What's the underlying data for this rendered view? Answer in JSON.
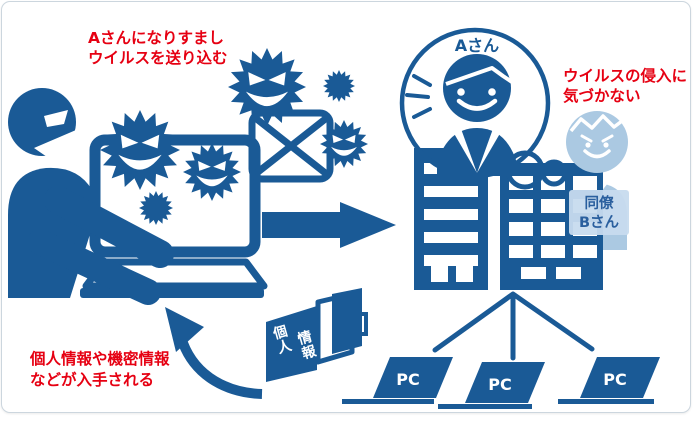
{
  "palette": {
    "primary_blue": "#1a5a96",
    "light_blue": "#abc9e2",
    "label_bg": "#c7dbee",
    "annotation_red": "#e60012",
    "card_border": "#ccd6de"
  },
  "annotations": {
    "impersonate_line1": "Aさんになりすまし",
    "impersonate_line2": "ウイルスを送り込む",
    "unnoticed_line1": "ウイルスの侵入に",
    "unnoticed_line2": "気づかない",
    "stolen_line1": "個人情報や機密情報",
    "stolen_line2": "などが入手される"
  },
  "labels": {
    "person_a": "Aさん",
    "colleague_line1": "同僚",
    "colleague_line2": "Bさん",
    "folder_col1": "個人",
    "folder_col2": "情報",
    "pcs": [
      "PC",
      "PC",
      "PC"
    ]
  },
  "icons": {
    "hacker-icon": "masked attacker at laptop",
    "virus-icon": "spiky germ with evil face",
    "burst-icon": "small spiky star",
    "envelope-icon": "email envelope",
    "arrow-right-icon": "solid right arrow",
    "arrow-curved-icon": "curved up-left arrow",
    "building-icon": "office building",
    "callout-circle-icon": "zoom-in bubble",
    "person-a-icon": "smiling businessman",
    "colleague-icon": "colleague in light blue",
    "folder-icon": "personal info folders",
    "network-icon": "branching network lines",
    "pc-laptop-icon": "laptop labelled PC"
  }
}
